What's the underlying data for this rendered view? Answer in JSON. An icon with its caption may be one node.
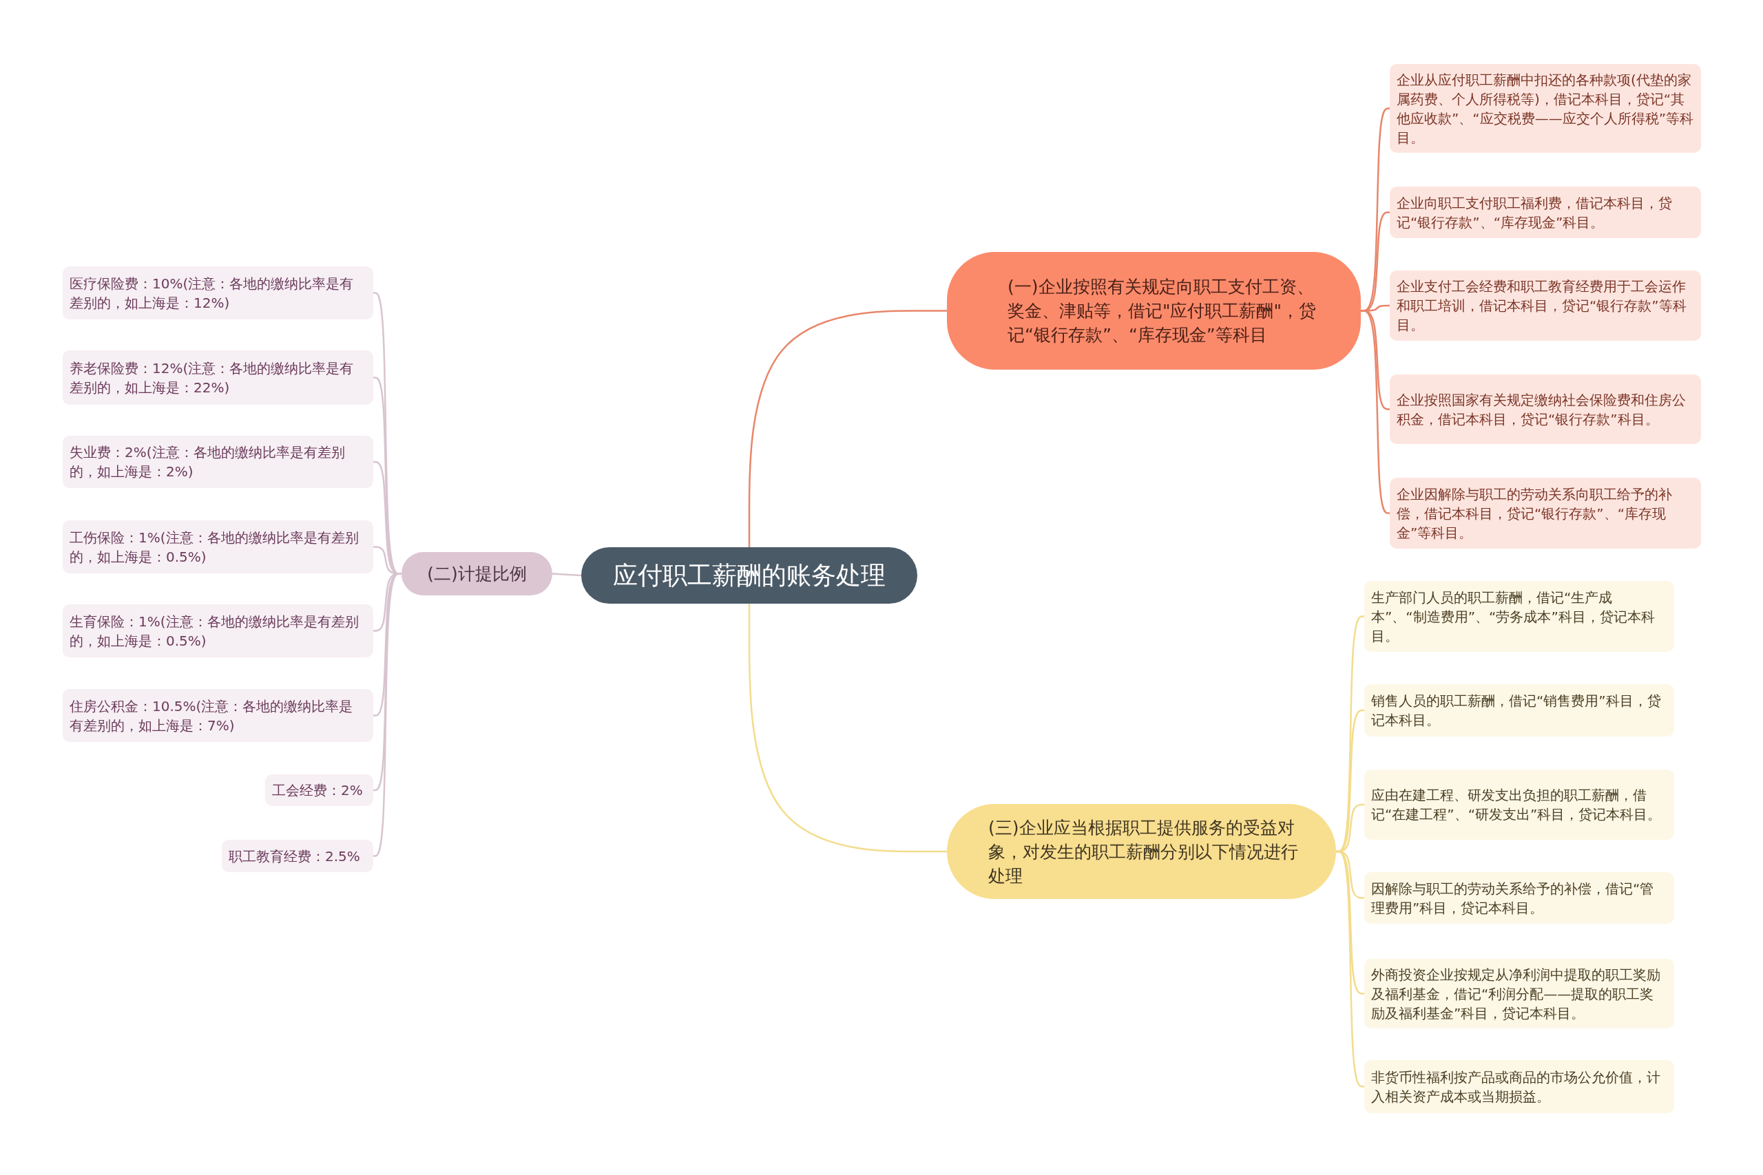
{
  "diagram": {
    "nodes": [
      {
        "text": [
          "应付职工薪酬的账务处理"
        ]
      },
      {
        "text": [
          "(一)企业按照有关规定向职工支付工资、奖金、津贴等，借记\"应付职工薪酬\"，贷记“银行存款”、“库存现金”等科目"
        ]
      },
      {
        "text": [
          "企业从应付职工薪酬中扣还的各种款项(代垫的家属药费、个人所得税等)，借记本科目，贷记“其他应收款”、“应交税费——应交个人所得税”等科目。"
        ]
      },
      {
        "text": [
          "企业向职工支付职工福利费，借记本科目，贷记“银行存款”、“库存现金”科目。"
        ]
      },
      {
        "text": [
          "企业支付工会经费和职工教育经费用于工会运作和职工培训，借记本科目，贷记“银行存款”等科目。"
        ]
      },
      {
        "text": [
          "企业按照国家有关规定缴纳社会保险费和住房公积金，借记本科目，贷记“银行存款”科目。"
        ]
      },
      {
        "text": [
          "企业因解除与职工的劳动关系向职工给予的补偿，借记本科目，贷记“银行存款”、“库存现金”等科目。"
        ]
      },
      {
        "text": [
          "(二)计提比例"
        ]
      },
      {
        "text": [
          "医疗保险费：10%(注意：各地的缴纳比率是有差别的，如上海是：12%)"
        ]
      },
      {
        "text": [
          "养老保险费：12%(注意：各地的缴纳比率是有差别的，如上海是：22%)"
        ]
      },
      {
        "text": [
          "失业费：2%(注意：各地的缴纳比率是有差别的，如上海是：2%)"
        ]
      },
      {
        "text": [
          "工伤保险：1%(注意：各地的缴纳比率是有差别的，如上海是：0.5%)"
        ]
      },
      {
        "text": [
          "生育保险：1%(注意：各地的缴纳比率是有差别的，如上海是：0.5%)"
        ]
      },
      {
        "text": [
          "住房公积金：10.5%(注意：各地的缴纳比率是有差别的，如上海是：7%)"
        ]
      },
      {
        "text": [
          "工会经费：2%"
        ]
      },
      {
        "text": [
          "职工教育经费：2.5%"
        ]
      },
      {
        "text": [
          "(三)企业应当根据职工提供服务的受益对象，对发生的职工薪酬分别以下情况进行处理"
        ]
      },
      {
        "text": [
          "生产部门人员的职工薪酬，借记“生产成本”、“制造费用”、“劳务成本”科目，贷记本科目。"
        ]
      },
      {
        "text": [
          "销售人员的职工薪酬，借记“销售费用”科目，贷记本科目。"
        ]
      },
      {
        "text": [
          "应由在建工程、研发支出负担的职工薪酬，借记“在建工程”、“研发支出”科目，贷记本科目。"
        ]
      },
      {
        "text": [
          "因解除与职工的劳动关系给予的补偿，借记“管理费用”科目，贷记本科目。"
        ]
      },
      {
        "text": [
          "外商投资企业按规定从净利润中提取的职工奖励及福利基金，借记“利润分配——提取的职工奖励及福利基金”科目，贷记本科目。"
        ]
      },
      {
        "text": [
          "非货币性福利按产品或商品的市场公允价值，计入相关资产成本或当期损益。"
        ]
      }
    ],
    "edges": [
      {
        "from": 0,
        "to": 1,
        "arrow": "none",
        "color": "#e8866a"
      },
      {
        "from": 1,
        "to": 2,
        "arrow": "none",
        "color": "#e8866a"
      },
      {
        "from": 1,
        "to": 3,
        "arrow": "none",
        "color": "#e8866a"
      },
      {
        "from": 1,
        "to": 4,
        "arrow": "none",
        "color": "#e8866a"
      },
      {
        "from": 1,
        "to": 5,
        "arrow": "none",
        "color": "#e8866a"
      },
      {
        "from": 1,
        "to": 6,
        "arrow": "none",
        "color": "#e8866a"
      },
      {
        "from": 0,
        "to": 7,
        "arrow": "none"
      },
      {
        "from": 7,
        "to": 8,
        "arrow": "none"
      },
      {
        "from": 7,
        "to": 9,
        "arrow": "none"
      },
      {
        "from": 7,
        "to": 10,
        "arrow": "none"
      },
      {
        "from": 7,
        "to": 11,
        "arrow": "none"
      },
      {
        "from": 7,
        "to": 12,
        "arrow": "none"
      },
      {
        "from": 7,
        "to": 13,
        "arrow": "none"
      },
      {
        "from": 7,
        "to": 14,
        "arrow": "none"
      },
      {
        "from": 7,
        "to": 15,
        "arrow": "none"
      },
      {
        "from": 0,
        "to": 16,
        "arrow": "none",
        "color": "#f3dc8c"
      },
      {
        "from": 16,
        "to": 17,
        "arrow": "none",
        "color": "#f3dc8c"
      },
      {
        "from": 16,
        "to": 18,
        "arrow": "none",
        "color": "#f3dc8c"
      },
      {
        "from": 16,
        "to": 19,
        "arrow": "none",
        "color": "#f3dc8c"
      },
      {
        "from": 16,
        "to": 20,
        "arrow": "none",
        "color": "#f3dc8c"
      },
      {
        "from": 16,
        "to": 21,
        "arrow": "none",
        "color": "#f3dc8c"
      },
      {
        "from": 16,
        "to": 22,
        "arrow": "none",
        "color": "#f3dc8c"
      }
    ]
  }
}
